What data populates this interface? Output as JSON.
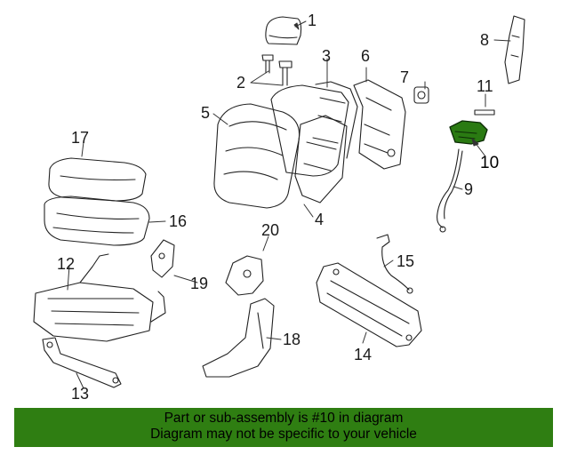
{
  "callouts": [
    "1",
    "2",
    "3",
    "4",
    "5",
    "6",
    "7",
    "8",
    "9",
    "10",
    "11",
    "12",
    "13",
    "14",
    "15",
    "16",
    "17",
    "18",
    "19",
    "20"
  ],
  "highlighted_part": "10",
  "highlight_color": "#2a7a12",
  "banner": {
    "line1": "Part or sub-assembly is #10 in diagram",
    "line2": "Diagram may not be specific to your vehicle",
    "background": "#2f7e12"
  }
}
